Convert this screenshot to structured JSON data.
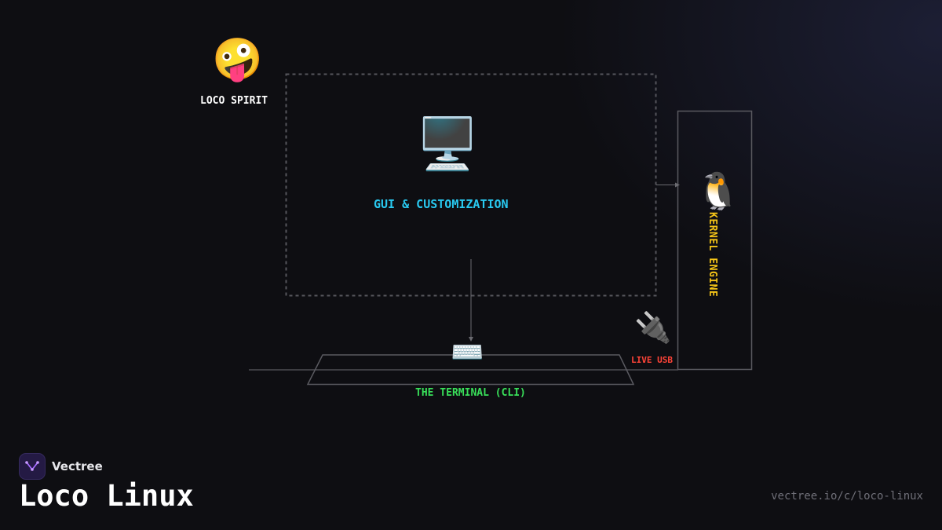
{
  "diagram": {
    "nodes": {
      "spirit": {
        "icon": "🤪",
        "icon_name": "zany-face-icon",
        "label": "LOCO SPIRIT",
        "color": "#ffffff"
      },
      "gui": {
        "icon": "🖥️",
        "icon_name": "desktop-computer-icon",
        "label": "GUI & CUSTOMIZATION",
        "color": "#29c9f0"
      },
      "kernel": {
        "icon": "🐧",
        "icon_name": "penguin-icon",
        "label": "KERNEL ENGINE",
        "color": "#f5c518"
      },
      "usb": {
        "icon": "🔌",
        "icon_name": "electric-plug-icon",
        "label": "LIVE USB",
        "color": "#ff4438"
      },
      "terminal": {
        "icon": "⌨️",
        "icon_name": "keyboard-icon",
        "label": "THE TERMINAL (CLI)",
        "color": "#39e05a"
      }
    },
    "edges": [
      {
        "from": "gui",
        "to": "kernel"
      },
      {
        "from": "gui",
        "to": "terminal"
      }
    ]
  },
  "brand": {
    "name": "Vectree",
    "icon_name": "vectree-logo-icon"
  },
  "title": "Loco Linux",
  "url": "vectree.io/c/loco-linux"
}
